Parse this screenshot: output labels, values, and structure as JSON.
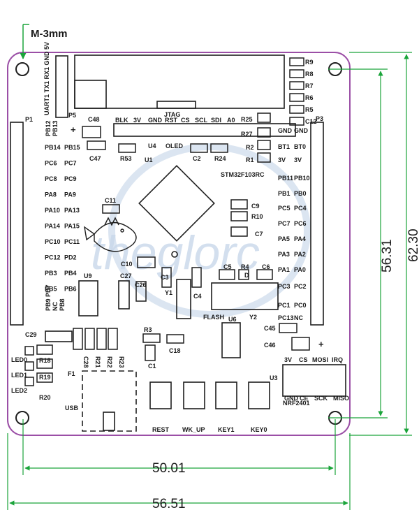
{
  "colors": {
    "board_outline": "#9b4fa6",
    "silkscreen": "#1e1e1e",
    "dimension": "#1aa43a",
    "watermark": "#c9d8ea"
  },
  "mount": "M-3mm",
  "board_title": "STM32F103RC",
  "watermark": "theglorc",
  "headers": {
    "P5_pins": "UART1 TX1 RX1 GND 5V",
    "P1_left": [
      "PB12",
      "PB14",
      "PC6",
      "PC8",
      "PA8",
      "PA10",
      "PA14",
      "PC10",
      "PC12",
      "PB3",
      "PB5",
      "PB9"
    ],
    "P1_right": [
      "PB13",
      "PB15",
      "PC7",
      "PC9",
      "PA9",
      "PA13",
      "PA15",
      "PC11",
      "PD2",
      "PB4",
      "PB6",
      "PB7"
    ],
    "P1_extra": [
      "NC",
      "PB8"
    ],
    "P3_left": [
      "GND",
      "BT1",
      "3V",
      "PB11",
      "PB1",
      "PC5",
      "PC7",
      "PA5",
      "PA3",
      "PA1",
      "PC3",
      "PC1",
      "PC13"
    ],
    "P3_right": [
      "GND",
      "BT0",
      "3V",
      "PB10",
      "PB0",
      "PC4",
      "PC6",
      "PA4",
      "PA2",
      "PA0",
      "PC2",
      "PC0",
      "NC"
    ],
    "lcd_pins": [
      "BLK",
      "3V",
      "GND",
      "RST",
      "CS",
      "SCL",
      "SDI",
      "A0"
    ],
    "nrf_top": [
      "3V",
      "CS",
      "MOSI",
      "IRQ"
    ],
    "nrf_bottom": [
      "GND",
      "CE",
      "SCK",
      "MISO"
    ]
  },
  "labels": {
    "p5": "P5",
    "p1": "P1",
    "p3": "P3",
    "jtag": "JTAG",
    "u1": "U1",
    "u3": "U3",
    "u4": "U4",
    "u6": "U6",
    "u9": "U9",
    "oled": "OLED",
    "flash": "FLASH",
    "y1": "Y1",
    "y2": "Y2",
    "usb": "USB",
    "f1": "F1",
    "nrf": "NRF2401",
    "leds": [
      "LED0",
      "LED1",
      "LED2"
    ],
    "buttons": [
      "REST",
      "WK_UP",
      "KEY1",
      "KEY0"
    ],
    "plus": "+"
  },
  "resistors_top_right": [
    "R9",
    "R8",
    "R7",
    "R6",
    "R5",
    "C12"
  ],
  "parts": [
    "C48",
    "C47",
    "R53",
    "C2",
    "R24",
    "R25",
    "R27",
    "R2",
    "R1",
    "C11",
    "C9",
    "R10",
    "C7",
    "C10",
    "C27",
    "C26",
    "C3",
    "C4",
    "C5",
    "R4",
    "C6",
    "D",
    "C29",
    "R18",
    "R19",
    "R20",
    "C28",
    "R21",
    "R22",
    "R23",
    "R3",
    "C18",
    "C1",
    "C45",
    "C46"
  ],
  "dimensions": {
    "height_inner": "56.31",
    "height_outer": "62.30",
    "width_inner": "50.01",
    "width_outer": "56.51"
  }
}
